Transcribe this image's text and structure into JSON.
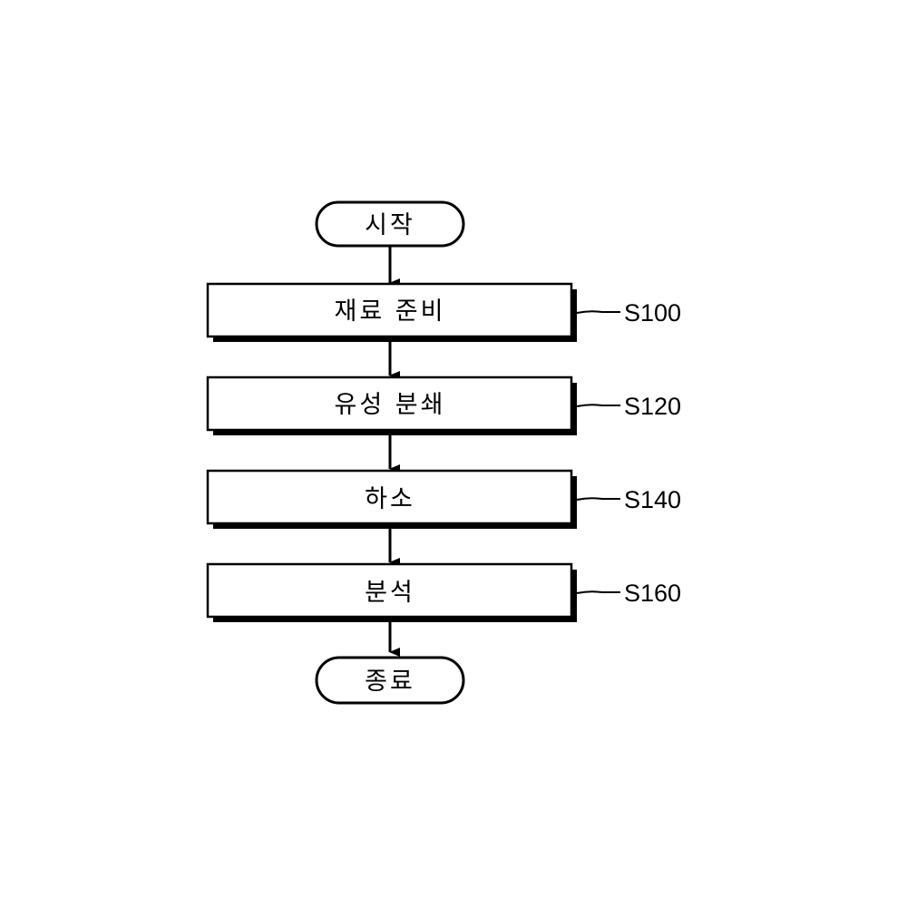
{
  "flowchart": {
    "start": {
      "label": "시작"
    },
    "steps": [
      {
        "label": "재료 준비",
        "code": "S100"
      },
      {
        "label": "유성 분쇄",
        "code": "S120"
      },
      {
        "label": "하소",
        "code": "S140"
      },
      {
        "label": "분석",
        "code": "S160"
      }
    ],
    "end": {
      "label": "종료"
    }
  }
}
